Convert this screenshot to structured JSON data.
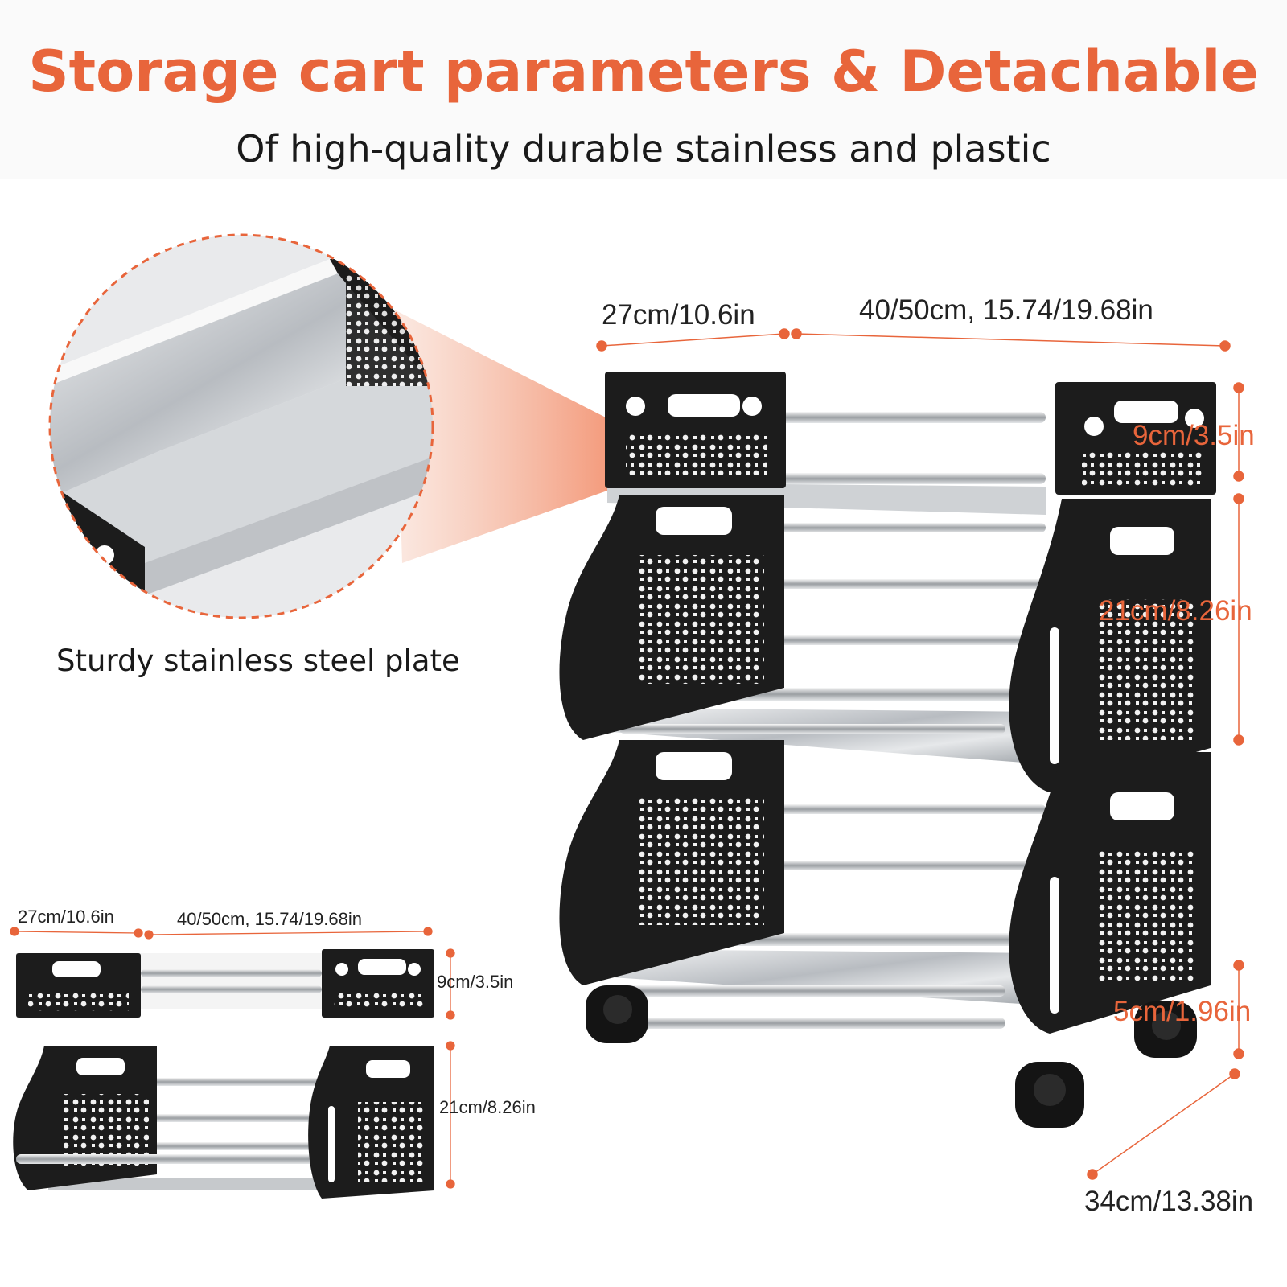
{
  "header": {
    "title": "Storage cart parameters & Detachable",
    "subtitle": "Of high-quality durable stainless  and plastic"
  },
  "zoom_caption": "Sturdy stainless steel plate",
  "dimensions": {
    "main": {
      "depth": "27cm/10.6in",
      "width": "40/50cm, 15.74/19.68in",
      "top_tier": "9cm/3.5in",
      "middle_tier": "21cm/8.26in",
      "wheel": "5cm/1.96in",
      "base_depth": "34cm/13.38in"
    },
    "small": {
      "depth": "27cm/10.6in",
      "width": "40/50cm, 15.74/19.68in",
      "top_tier": "9cm/3.5in",
      "tier": "21cm/8.26in"
    }
  },
  "colors": {
    "accent": "#e8653b",
    "frame": "#1c1c1c",
    "steel": "#c9ccd0",
    "text": "#1a1a1a"
  }
}
